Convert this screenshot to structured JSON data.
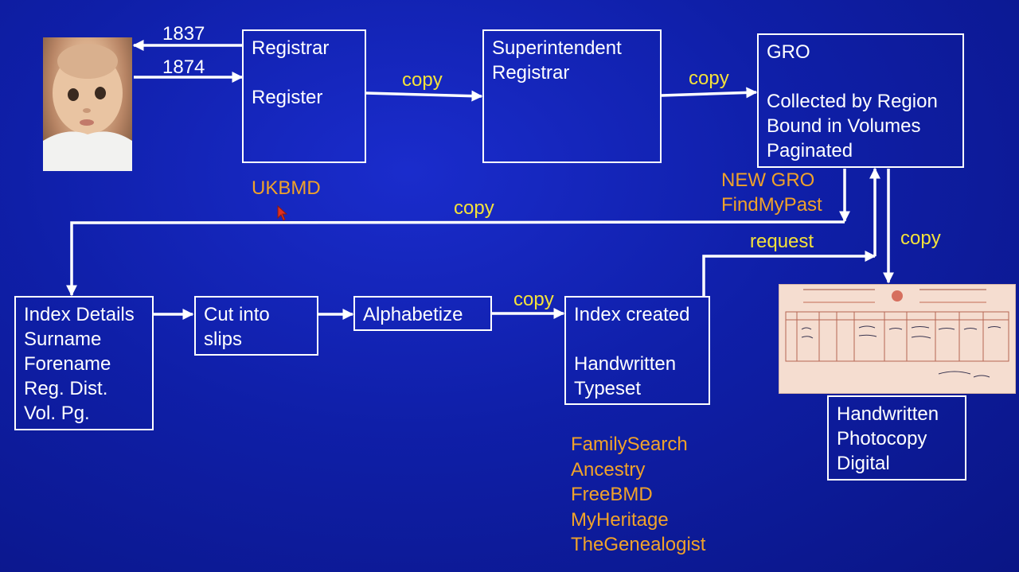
{
  "boxes": {
    "registrar": [
      "Registrar",
      "",
      "Register"
    ],
    "superintendent": [
      "Superintendent",
      "Registrar"
    ],
    "gro": [
      "GRO",
      "",
      "Collected by Region",
      "Bound in Volumes",
      "Paginated"
    ],
    "index_details": [
      "Index Details",
      "Surname",
      "Forename",
      "Reg. Dist.",
      "Vol. Pg."
    ],
    "cut_slips": [
      "Cut into",
      "slips"
    ],
    "alphabetize": [
      "Alphabetize"
    ],
    "index_created": [
      "Index created",
      "",
      "Handwritten",
      "Typeset"
    ],
    "cert_formats": [
      "Handwritten",
      "Photocopy",
      "Digital"
    ]
  },
  "labels": {
    "year_1837": "1837",
    "year_1874": "1874",
    "copy_reg_sup": "copy",
    "copy_sup_gro": "copy",
    "copy_long": "copy",
    "copy_alpha_index": "copy",
    "copy_gro_cert": "copy",
    "request": "request",
    "ukbmd": "UKBMD",
    "new_gro": "NEW GRO",
    "findmypast": "FindMyPast"
  },
  "sites": [
    "FamilySearch",
    "Ancestry",
    "FreeBMD",
    "MyHeritage",
    "TheGenealogist"
  ],
  "colors": {
    "background": "#0f1fa8",
    "box_text": "#ffffff",
    "copy_label": "#f4e23a",
    "site_label": "#f0a22a"
  },
  "images": {
    "baby_photo": "baby-photo",
    "certificate": "birth-certificate-image"
  }
}
